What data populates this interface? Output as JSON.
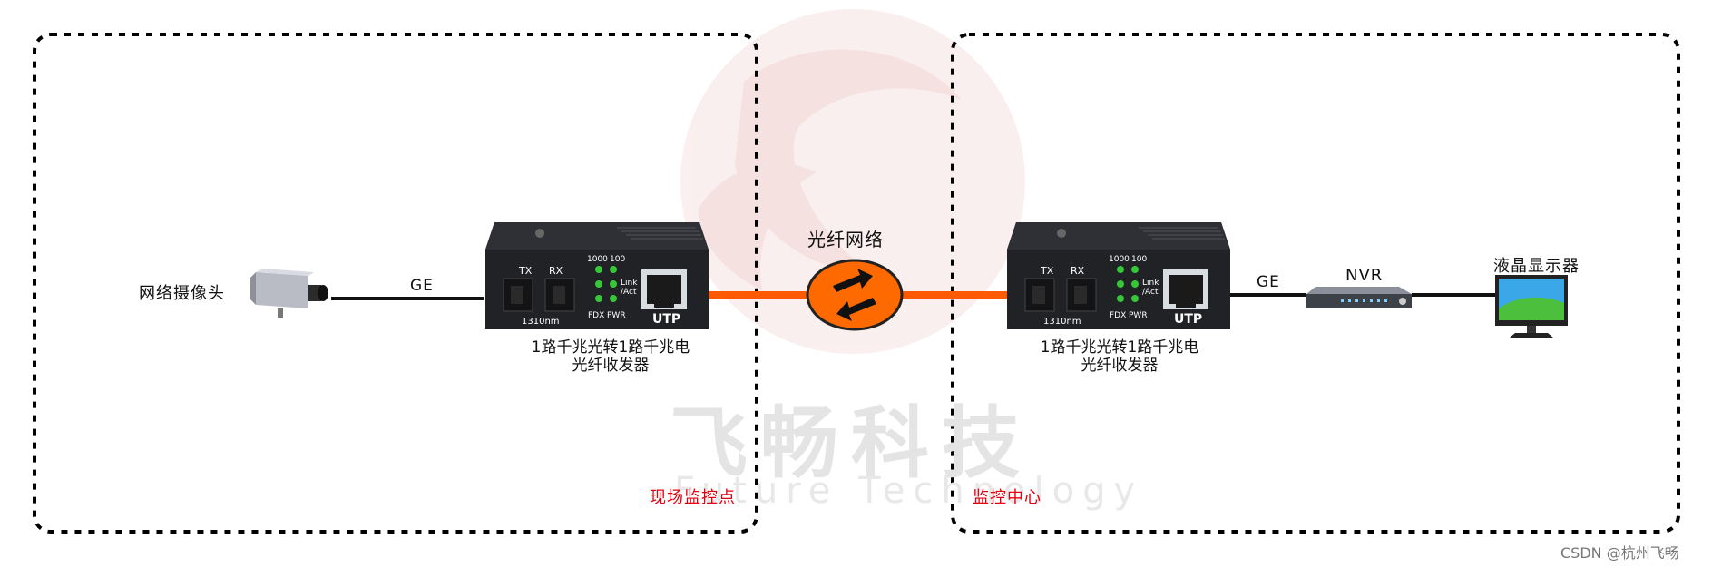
{
  "zones": {
    "left_label": "现场监控点",
    "right_label": "监控中心"
  },
  "devices": {
    "camera_label": "网络摄像头",
    "left_link_label": "GE",
    "transceiver_caption_line1": "1路千兆光转1路千兆电",
    "transceiver_caption_line2": "光纤收发器",
    "fiber_network_label": "光纤网络",
    "right_link_label": "GE",
    "nvr_label": "NVR",
    "monitor_label": "液晶显示器"
  },
  "transceiver_panel": {
    "tx": "TX",
    "rx": "RX",
    "wavelength": "1310nm",
    "led_1000": "1000",
    "led_100": "100",
    "led_link": "Link",
    "led_act": "/Act",
    "led_fdx": "FDX",
    "led_pwr": "PWR",
    "port": "UTP"
  },
  "watermark": {
    "brand_cn": "飞畅科技",
    "brand_en": "Future Technology",
    "credit": "CSDN @杭州飞畅"
  },
  "colors": {
    "zone_label": "#e3000f",
    "fiber": "#ff5a00",
    "fiber_cloud": "#ff6a00",
    "led_green": "#37c837",
    "watermark_logo": "#f6dede"
  }
}
